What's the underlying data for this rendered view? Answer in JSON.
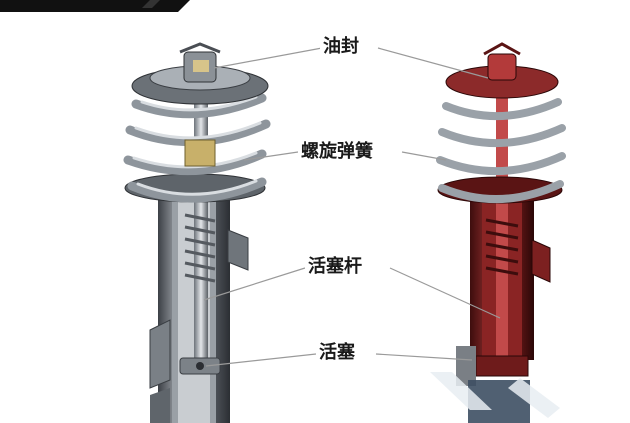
{
  "labels": {
    "oil_seal": "油封",
    "coil_spring": "螺旋弹簧",
    "piston_rod": "活塞杆",
    "piston": "活塞"
  },
  "colors": {
    "metal_dark": "#4a4e54",
    "metal_mid": "#8a9098",
    "metal_light": "#d6dade",
    "cutaway_red": "#9c2b2b",
    "cutaway_dark": "#5a1414",
    "leader_line": "#9a9a9a",
    "logo_blue": "#3d4f63"
  },
  "icons": {
    "top_left": "black-corner-bar",
    "bottom_right": "watermark-logo"
  }
}
